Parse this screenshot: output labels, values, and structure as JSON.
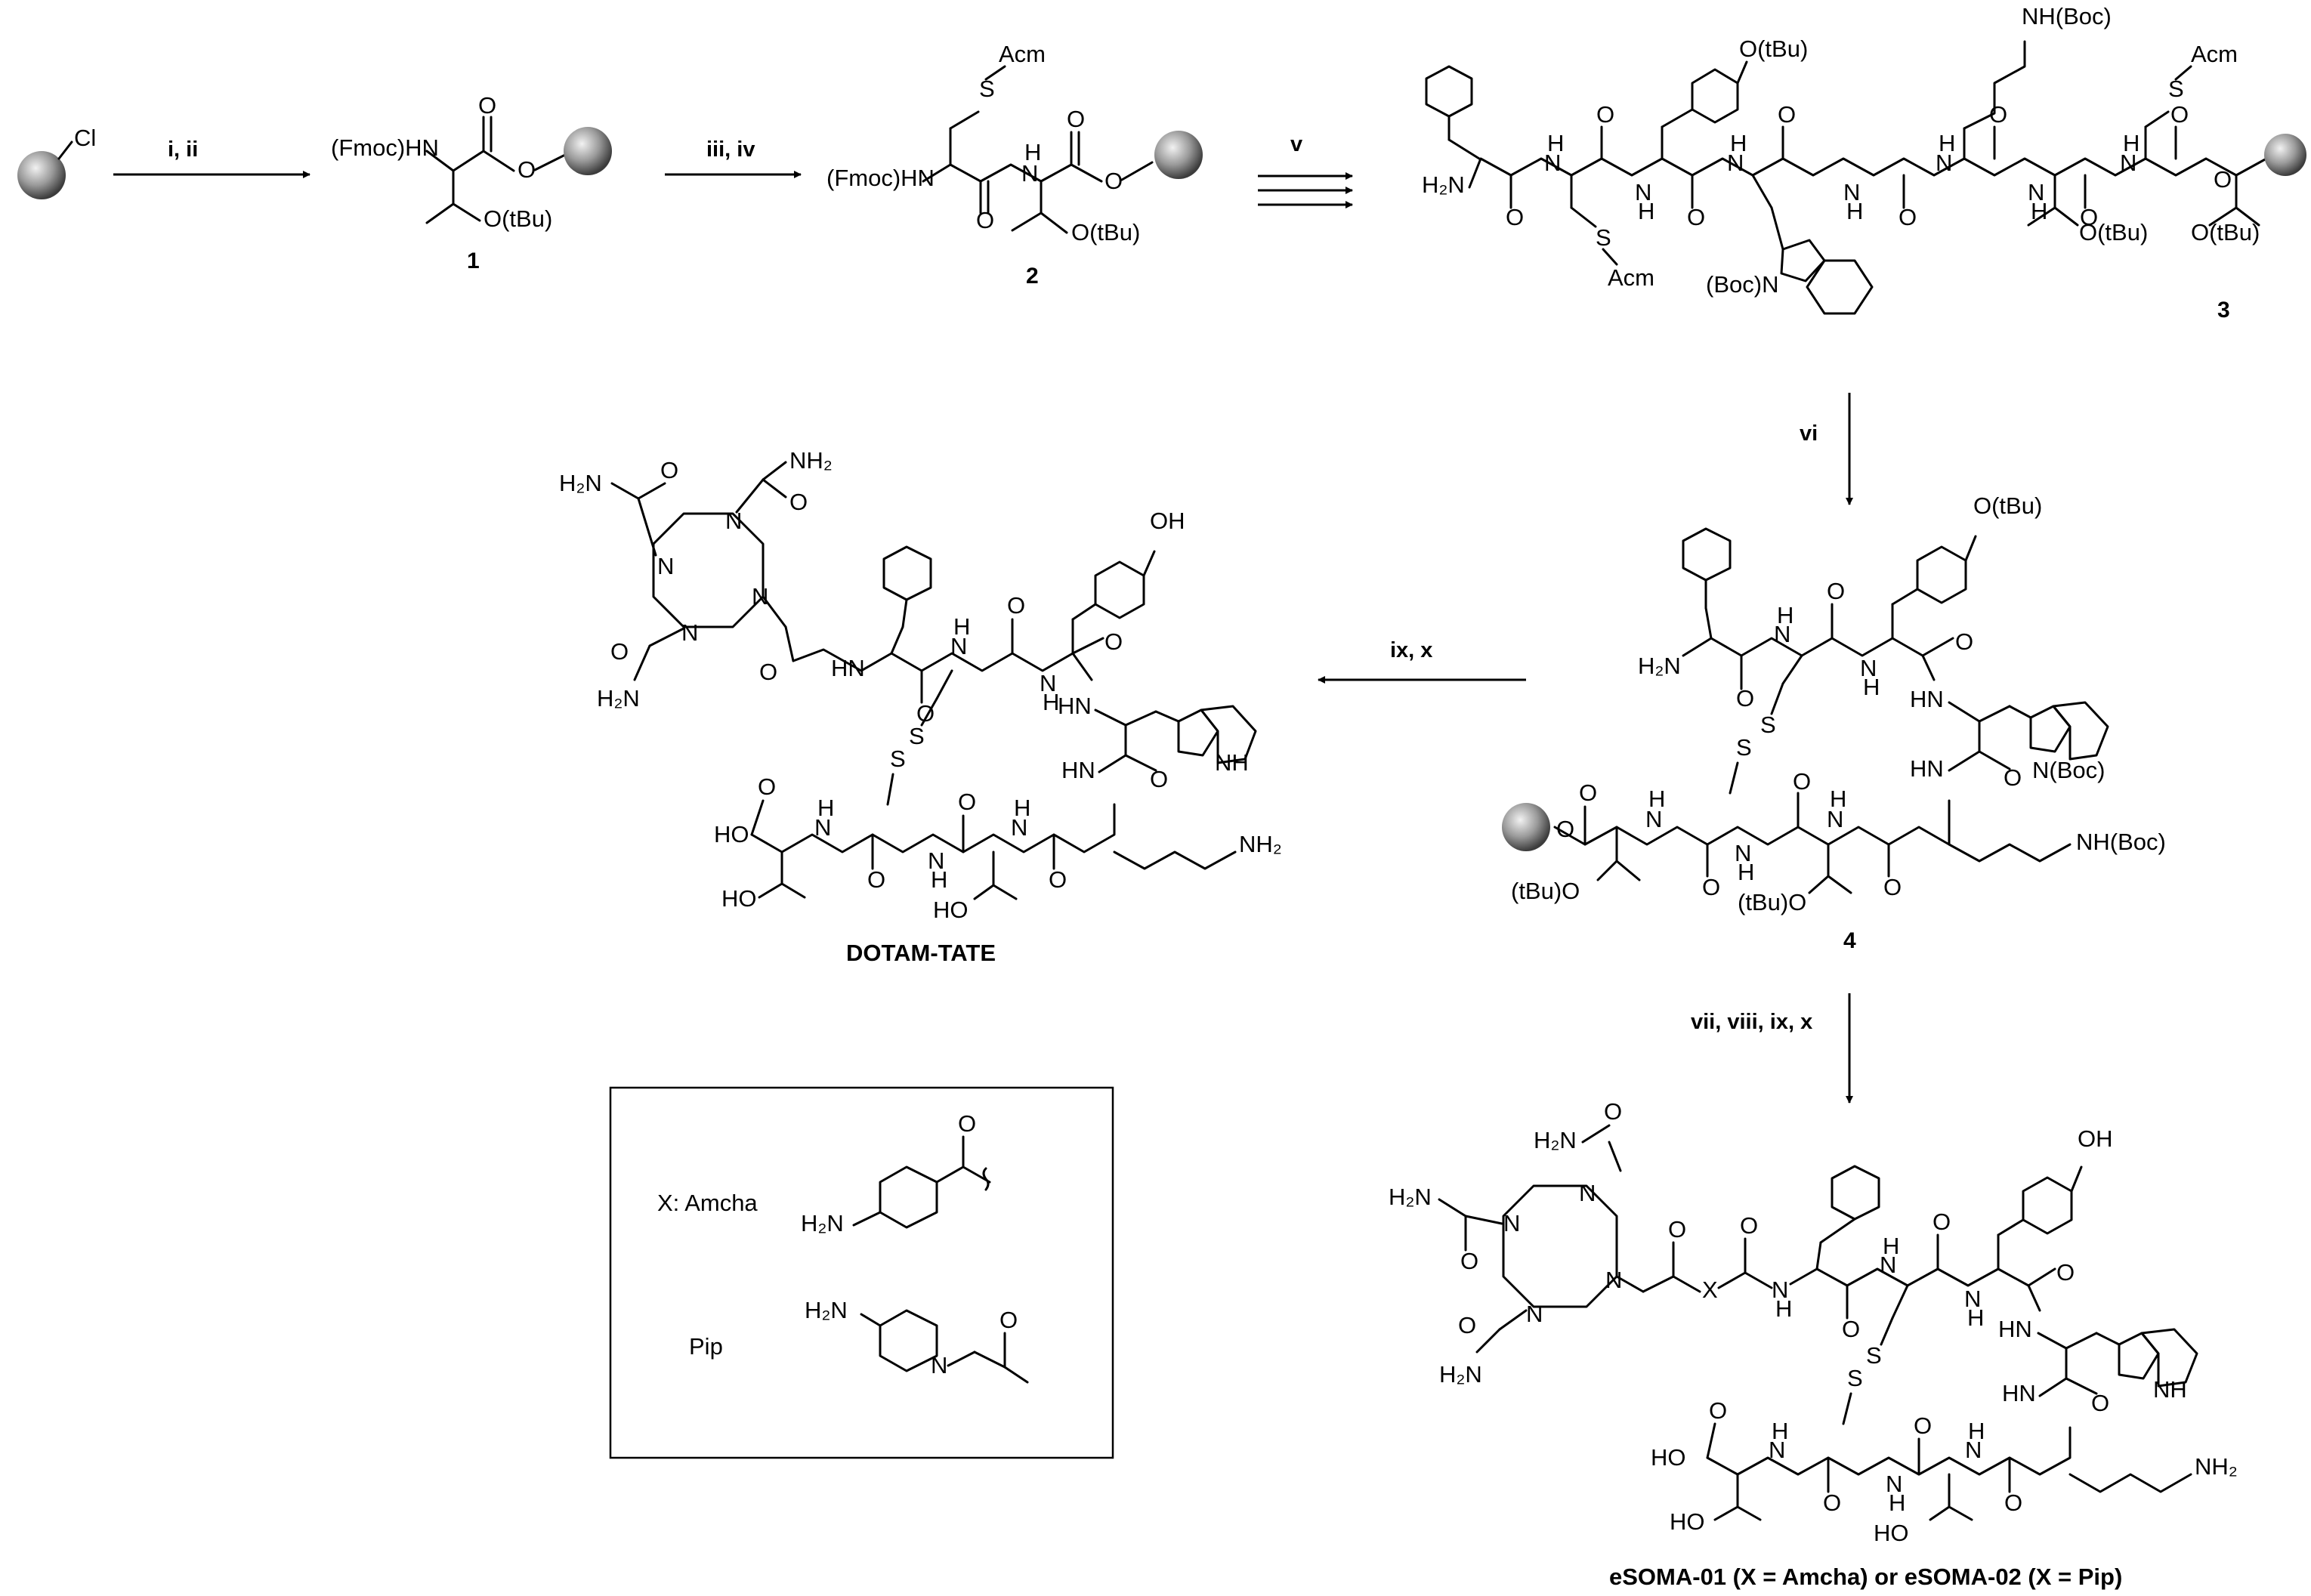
{
  "scheme": {
    "steps": [
      {
        "id": "s1",
        "reagents": "i, ii"
      },
      {
        "id": "s2",
        "reagents": "iii, iv"
      },
      {
        "id": "s3",
        "reagents": "v"
      },
      {
        "id": "s4",
        "reagents": "vi"
      },
      {
        "id": "s5",
        "reagents": "ix, x"
      },
      {
        "id": "s6",
        "reagents": "vii, viii, ix, x"
      }
    ],
    "compounds": {
      "c1": "1",
      "c2": "2",
      "c3": "3",
      "c4": "4",
      "dotam": "DOTAM-TATE",
      "esoma": "eSOMA-01 (X = Amcha) or eSOMA-02 (X = Pip)"
    },
    "legend": {
      "amcha_label": "X: Amcha",
      "pip_label": "Pip",
      "nh2": "H₂N",
      "h2n_ring": "H₂N",
      "o": "O",
      "n": "N"
    },
    "atoms": {
      "cl": "Cl",
      "fmoc_hn": "(Fmoc)HN",
      "o": "O",
      "otbu": "O(tBu)",
      "tbuo": "(tBu)O",
      "acm": "Acm",
      "s": "S",
      "h": "H",
      "n": "N",
      "nh": "NH",
      "hn": "HN",
      "h2n": "H₂N",
      "nh2": "NH₂",
      "nh_boc": "NH(Boc)",
      "boc_n": "(Boc)N",
      "n_boc": "N(Boc)",
      "oh": "OH",
      "ho": "HO",
      "x": "X"
    }
  }
}
